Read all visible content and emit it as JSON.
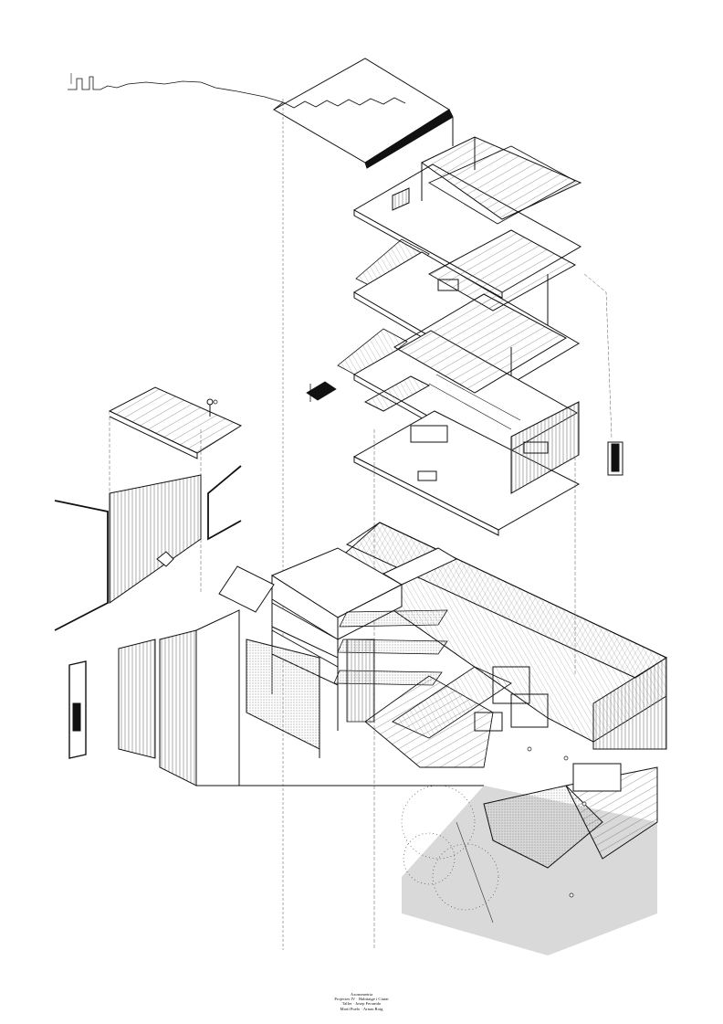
{
  "caption": {
    "line1": "Axonometria",
    "line2": "Projectes IV · Habitatge i Ciutat",
    "line3": "Taller · Josep Ferrando",
    "line4": "Martí Puelo · Arnau Roig"
  },
  "colors": {
    "ink": "#111111",
    "hatch": "#9a9a9a",
    "ground": "#d9d9d9",
    "paper": "#ffffff"
  }
}
